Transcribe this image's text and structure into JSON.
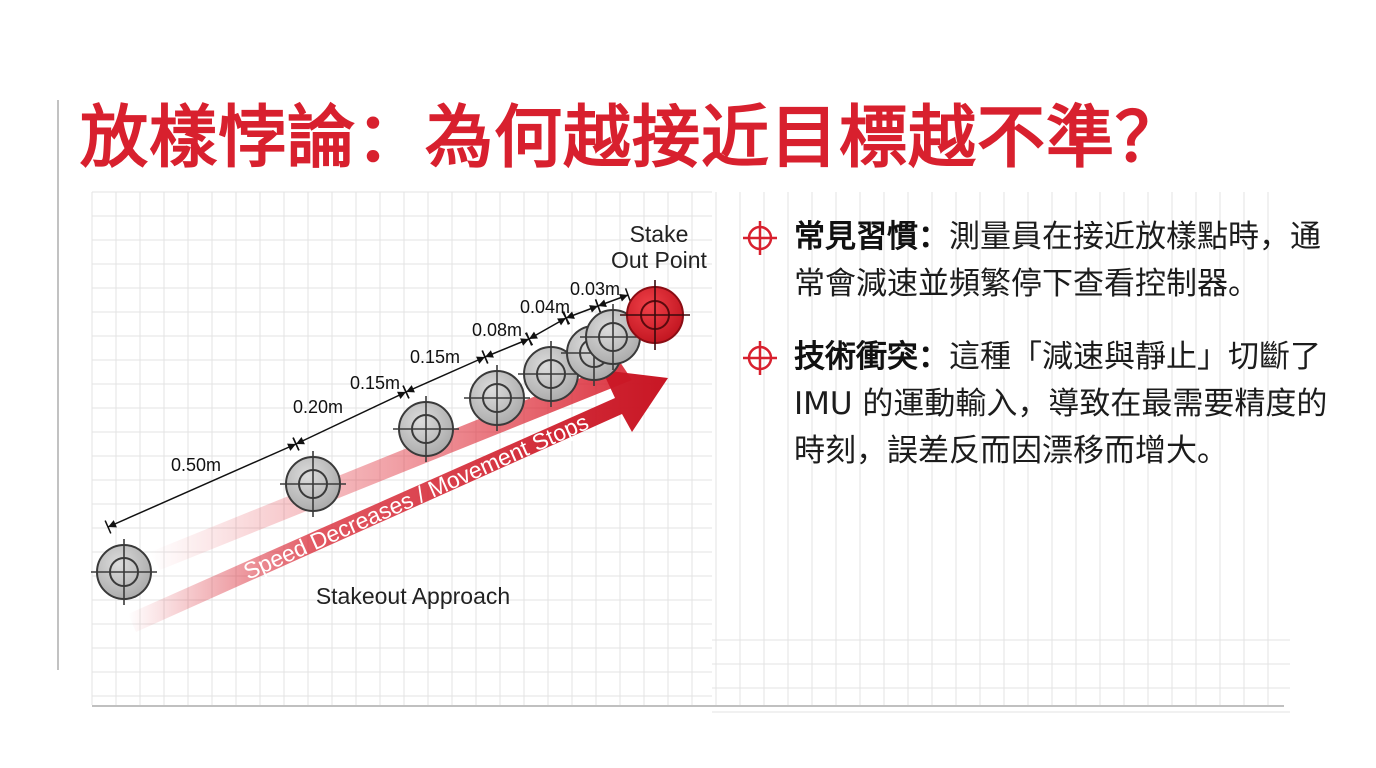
{
  "title": "放樣悖論：為何越接近目標越不準？",
  "diagram": {
    "target_label_line1": "Stake",
    "target_label_line2": "Out Point",
    "approach_label": "Stakeout Approach",
    "arrow_label": "Speed Decreases / Movement Stops",
    "distance_labels": [
      "0.50m",
      "0.20m",
      "0.15m",
      "0.15m",
      "0.08m",
      "0.04m",
      "0.03m"
    ],
    "colors": {
      "accent": "#d8202e",
      "marker_gray": "#bdbdbd",
      "marker_dark": "#3a3a3a",
      "grid": "#e3e3e3"
    }
  },
  "bullets": [
    {
      "icon": "crosshair-icon",
      "heading": "常見習慣：",
      "body": "測量員在接近放樣點時，通常會減速並頻繁停下查看控制器。"
    },
    {
      "icon": "crosshair-icon",
      "heading": "技術衝突：",
      "body": "這種「減速與靜止」切斷了 IMU 的運動輸入，導致在最需要精度的時刻，誤差反而因漂移而增大。"
    }
  ]
}
